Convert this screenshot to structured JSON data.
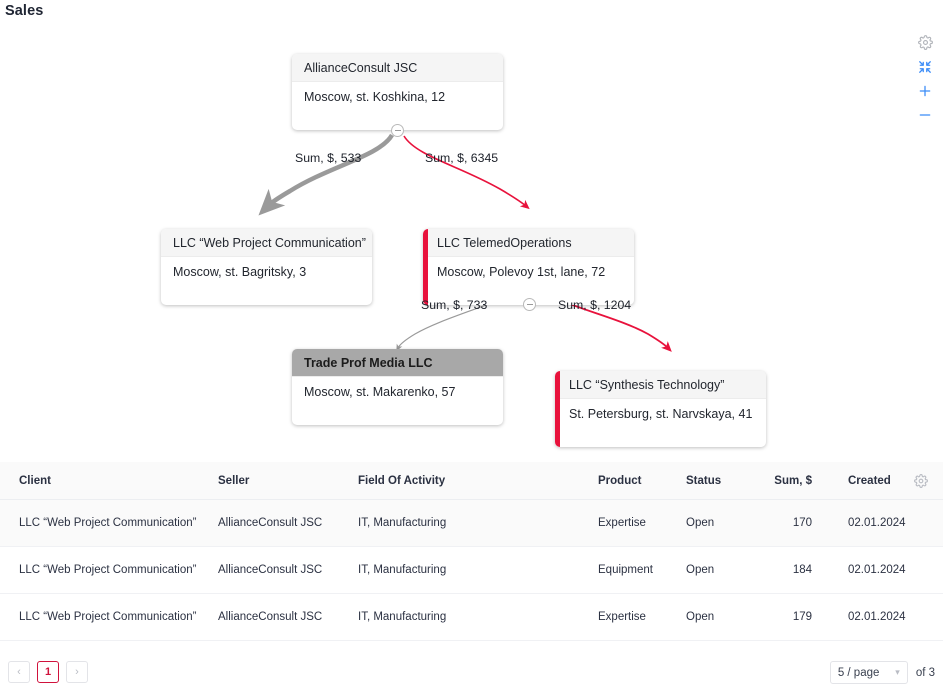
{
  "page": {
    "title": "Sales"
  },
  "graph": {
    "controls": [
      {
        "name": "settings-icon",
        "label": "Settings"
      },
      {
        "name": "collapse-icon",
        "label": "Fit to screen"
      },
      {
        "name": "zoom-in-icon",
        "label": "+"
      },
      {
        "name": "zoom-out-icon",
        "label": "−"
      }
    ],
    "nodes": [
      {
        "id": "alliance",
        "title": "AllianceConsult JSC",
        "address": "Moscow, st. Koshkina, 12"
      },
      {
        "id": "webproject",
        "title": "LLC “Web Project Communication”",
        "address": "Moscow, st. Bagritsky, 3"
      },
      {
        "id": "telemed",
        "title": "LLC TelemedOperations",
        "address": "Moscow, Polevoy 1st, lane, 72"
      },
      {
        "id": "tradeprof",
        "title": "Trade Prof Media LLC",
        "address": "Moscow, st. Makarenko, 57"
      },
      {
        "id": "synthesis",
        "title": "LLC “Synthesis Technology”",
        "address": "St. Petersburg, st. Narvskaya, 41"
      }
    ],
    "edges": [
      {
        "from": "alliance",
        "to": "webproject",
        "label": "Sum, $, 533",
        "color": "#9a9a9a"
      },
      {
        "from": "alliance",
        "to": "telemed",
        "label": "Sum, $, 6345",
        "color": "#e8123c"
      },
      {
        "from": "telemed",
        "to": "tradeprof",
        "label": "Sum, $, 733",
        "color": "#9a9a9a"
      },
      {
        "from": "telemed",
        "to": "synthesis",
        "label": "Sum, $, 1204",
        "color": "#e8123c"
      }
    ]
  },
  "table": {
    "columns": [
      "Client",
      "Seller",
      "Field Of Activity",
      "Product",
      "Status",
      "Sum, $",
      "Created"
    ],
    "settings_icon": "gear-icon",
    "rows": [
      {
        "client": "LLC “Web Project Communication”",
        "seller": "AllianceConsult JSC",
        "field": "IT, Manufacturing",
        "product": "Expertise",
        "status": "Open",
        "sum": "170",
        "created": "02.01.2024"
      },
      {
        "client": "LLC “Web Project Communication”",
        "seller": "AllianceConsult JSC",
        "field": "IT, Manufacturing",
        "product": "Equipment",
        "status": "Open",
        "sum": "184",
        "created": "02.01.2024"
      },
      {
        "client": "LLC “Web Project Communication”",
        "seller": "AllianceConsult JSC",
        "field": "IT, Manufacturing",
        "product": "Expertise",
        "status": "Open",
        "sum": "179",
        "created": "02.01.2024"
      }
    ]
  },
  "pagination": {
    "prev_label": "‹",
    "next_label": "›",
    "current_page": "1",
    "page_size": "5 / page",
    "total_label": "of 3"
  },
  "colors": {
    "accent": "#e8123c",
    "pager_accent": "#d0123c",
    "control_blue": "#3b8cf7",
    "edge_gray": "#9a9a9a"
  }
}
